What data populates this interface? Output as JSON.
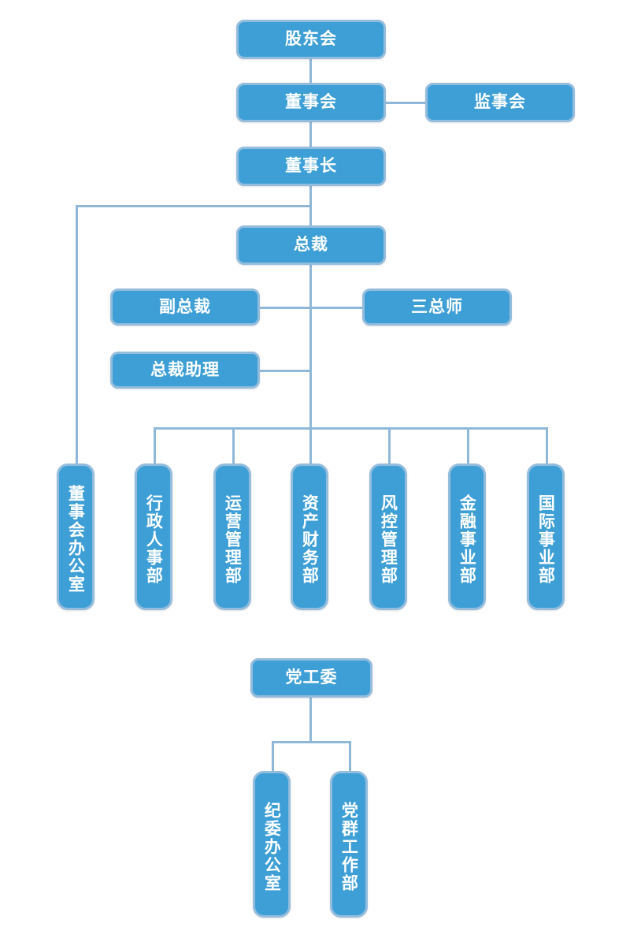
{
  "chart_title": "",
  "colors": {
    "node_fill": "#3d9fd6",
    "node_border": "#93bcdd",
    "connector": "#8fb8d8",
    "text": "#ffffff",
    "background": "#ffffff"
  },
  "nodes": {
    "shareholders_meeting": "股东会",
    "board_of_directors": "董事会",
    "board_of_supervisors": "监事会",
    "chairman": "董事长",
    "president": "总裁",
    "vice_president": "副总裁",
    "three_chief_engineers": "三总师",
    "president_assistant": "总裁助理",
    "board_office": "董事会办公室",
    "admin_hr_dept": "行政人事部",
    "operations_mgmt_dept": "运营管理部",
    "asset_finance_dept": "资产财务部",
    "risk_control_dept": "风控管理部",
    "financial_business_unit": "金融事业部",
    "international_business_unit": "国际事业部",
    "party_working_committee": "党工委",
    "discipline_inspection_office": "纪委办公室",
    "party_mass_work_dept": "党群工作部"
  },
  "departments": [
    "行政人事部",
    "运营管理部",
    "资产财务部",
    "风控管理部",
    "金融事业部",
    "国际事业部"
  ],
  "party_subunits": [
    "纪委办公室",
    "党群工作部"
  ]
}
